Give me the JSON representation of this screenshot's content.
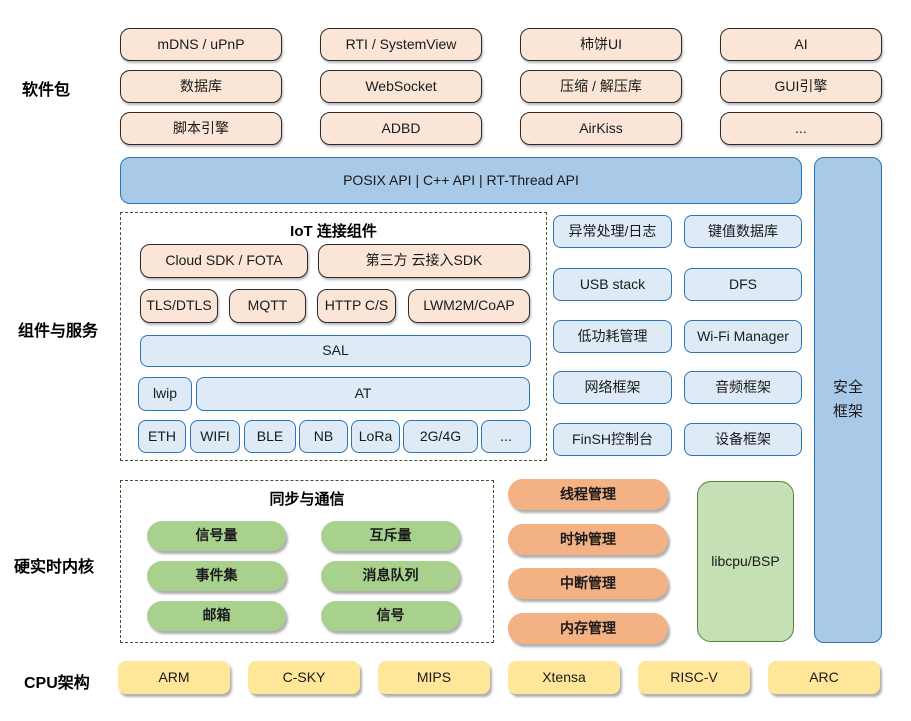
{
  "labels": {
    "software": "软件包",
    "components": "组件与服务",
    "kernel": "硬实时内核",
    "cpu": "CPU架构"
  },
  "software": {
    "rows": [
      [
        "mDNS / uPnP",
        "RTI / SystemView",
        "柿饼UI",
        "AI"
      ],
      [
        "数据库",
        "WebSocket",
        "压缩 / 解压库",
        "GUI引擎"
      ],
      [
        "脚本引擎",
        "ADBD",
        "AirKiss",
        "..."
      ]
    ]
  },
  "api_bar": {
    "text": "POSIX API  |  C++ API  |  RT-Thread API"
  },
  "security_bar": {
    "line1": "安全",
    "line2": "框架"
  },
  "iot": {
    "title": "IoT 连接组件",
    "cloud": [
      "Cloud SDK / FOTA",
      "第三方 云接入SDK"
    ],
    "protocols": [
      "TLS/DTLS",
      "MQTT",
      "HTTP C/S",
      "LWM2M/CoAP"
    ],
    "sal": "SAL",
    "lwip": "lwip",
    "at": "AT",
    "links": [
      "ETH",
      "WIFI",
      "BLE",
      "NB",
      "LoRa",
      "2G/4G",
      "..."
    ]
  },
  "services": {
    "rows": [
      [
        "异常处理/日志",
        "键值数据库"
      ],
      [
        "USB stack",
        "DFS"
      ],
      [
        "低功耗管理",
        "Wi-Fi Manager"
      ],
      [
        "网络框架",
        "音频框架"
      ],
      [
        "FinSH控制台",
        "设备框架"
      ]
    ]
  },
  "kernel": {
    "sync": {
      "title": "同步与通信",
      "rows": [
        [
          "信号量",
          "互斥量"
        ],
        [
          "事件集",
          "消息队列"
        ],
        [
          "邮箱",
          "信号"
        ]
      ]
    },
    "managers": [
      "线程管理",
      "时钟管理",
      "中断管理",
      "内存管理"
    ],
    "libcpu": "libcpu/BSP"
  },
  "cpu": {
    "items": [
      "ARM",
      "C-SKY",
      "MIPS",
      "Xtensa",
      "RISC-V",
      "ARC"
    ]
  },
  "colors": {
    "peach": "#fbe5d6",
    "blue_bar": "#a9c9e8",
    "light_blue": "#deebf7",
    "blue_border": "#2e75b6",
    "green": "#a9d18e",
    "orange": "#f4b183",
    "libcpu_fill": "#c5e0b4",
    "libcpu_border": "#538135",
    "yellow": "#ffe699",
    "dash": "#3a5a28"
  }
}
